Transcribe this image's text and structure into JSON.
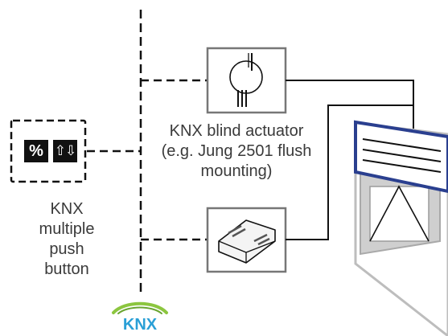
{
  "labels": {
    "actuator": [
      "KNX blind actuator",
      "(e.g. Jung 2501 flush",
      "mounting)"
    ],
    "push_button": [
      "KNX",
      "multiple",
      "push",
      "button"
    ]
  },
  "push_button_keys": {
    "left": "%",
    "right": "⇧⇩"
  },
  "logo": {
    "text": "KNX",
    "colors": [
      "#8cc63f",
      "#2a9fd6"
    ]
  },
  "colors": {
    "line": "#111111",
    "device_border": "#777777",
    "blind_frame": "#2a3f8f",
    "window_frame": "#bdbdbd"
  }
}
